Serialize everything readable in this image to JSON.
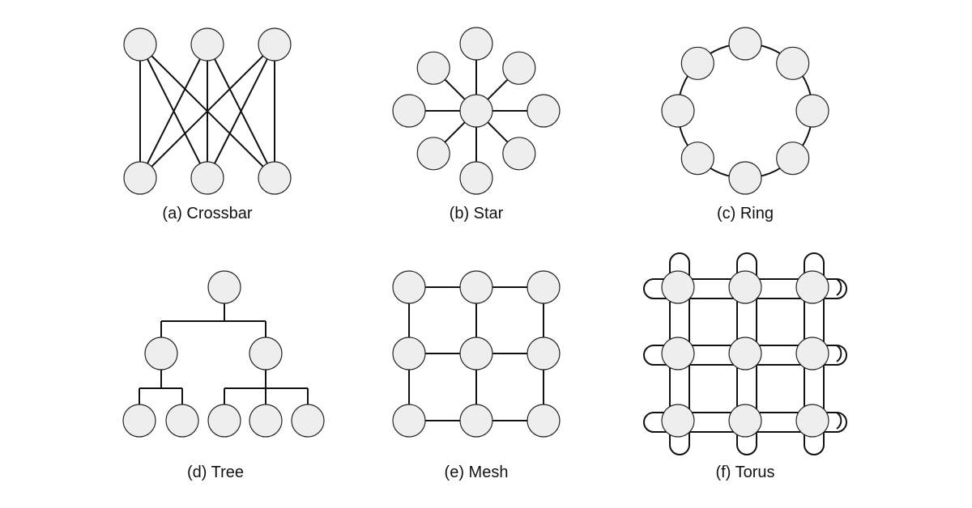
{
  "figures": [
    {
      "id": "crossbar",
      "caption": "(a) Crossbar"
    },
    {
      "id": "star",
      "caption": "(b) Star"
    },
    {
      "id": "ring",
      "caption": "(c) Ring"
    },
    {
      "id": "tree",
      "caption": "(d) Tree"
    },
    {
      "id": "mesh",
      "caption": "(e) Mesh"
    },
    {
      "id": "torus",
      "caption": "(f) Torus"
    }
  ],
  "colors": {
    "node_fill": "#eeeeee",
    "node_stroke": "#222222",
    "edge": "#111111"
  }
}
